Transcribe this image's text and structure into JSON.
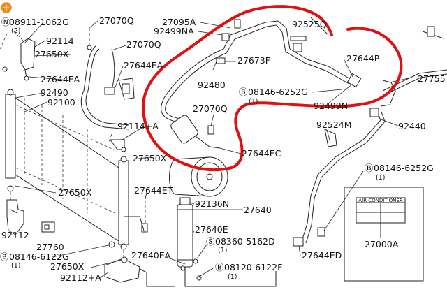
{
  "diagram": {
    "zoom_badge": "+",
    "labels": {
      "l01": "08911-1062G",
      "l01_qty": "(2)",
      "l02": "92114",
      "l03": "27650X",
      "l04": "27644EA",
      "l05": "92490",
      "l06": "92100",
      "l07": "27070Q",
      "l08": "27070Q",
      "l09": "27644EA",
      "l10": "27095A",
      "l11": "92499NA",
      "l12": "92525Q",
      "l13": "27673F",
      "l14": "27644P",
      "l15": "92480",
      "l16": "08146-6252G",
      "l16_qty": "(1)",
      "l17": "92499N",
      "l18": "27755",
      "l19": "27070Q",
      "l20": "92114+A",
      "l21": "27650X",
      "l22": "27644EC",
      "l23": "92524M",
      "l24": "92440",
      "l25": "27650X",
      "l26": "27644ET",
      "l27": "92136N",
      "l28": "27640",
      "l29": "08146-6252G",
      "l29_qty": "(1)",
      "l30": "92112",
      "l31": "27640E",
      "l32": "27760",
      "l33": "08360-5162D",
      "l33_qty": "(1)",
      "l34": "08146-6122G",
      "l34_qty": "(1)",
      "l35": "27650X",
      "l36": "27640EA",
      "l37": "27644ED",
      "l38": "08120-6122F",
      "l38_qty": "(1)",
      "l39": "92112+A",
      "l40": "27000A",
      "label_card_title": "AIR CONDITIONER"
    },
    "colors": {
      "highlight": "#e01010",
      "badge": "#f08c1e",
      "line": "#222222"
    }
  }
}
